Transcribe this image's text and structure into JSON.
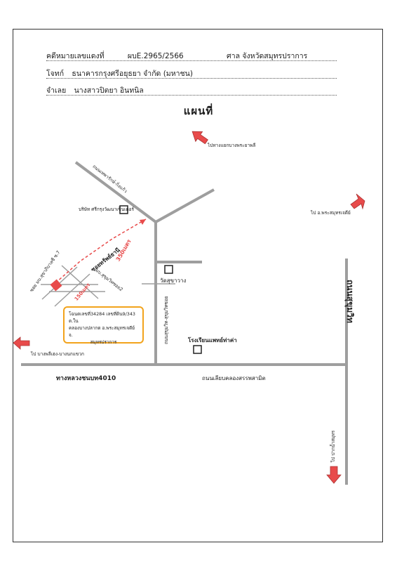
{
  "header": {
    "case_label": "คดีหมายเลขแดงที่",
    "case_number": "ผบE.2965/2566",
    "court": "ศาล  จังหวัดสมุทรปราการ",
    "plaintiff_label": "โจทก์",
    "plaintiff": "ธนาคารกรุงศรีอยุธยา  จำกัด (มหาชน)",
    "defendant_label": "จำเลย",
    "defendant": "นางสาวปิตยา  อินทนิล"
  },
  "map_title": "แผนที่",
  "labels": {
    "to_bangbo": "ไปทางแยกบางพระยาพลี",
    "to_amphoe_phrasamut": "ไป อ.พระสมุทรเจดีย์",
    "to_bangphli": "ไป บางพลีเฮง-บางนกแขวก",
    "to_pak_nam": "ไป ปากน้ำสมุทร",
    "thepharak_road": "ถนนเทพารักษ์-กิ่งแก้ว",
    "company": "บริษัท ศรีกรุงวัฒนาเซ็นเตอร์",
    "soi_thanwa": "ซอยทรัพย์ธานี",
    "soi_sukhumvit": "ซอย มบ.สุขาภิบาลซี ซ.7",
    "moo_ban": "มบ.สุขุมวิทซอย2",
    "wat": "วัดสุขาวาง",
    "suk_road_v": "ถนนสุขุมวิท-สุขุมวิทซอย",
    "hospital": "โรงเรียนแพทย์ท่าค่า",
    "main_road_vertical": "ถนนสุขุมวิท",
    "highway": "ทางหลวงชนบท4010",
    "canal_road": "ถนนเลียบคลองสรรพสามิต",
    "dist_350": "350เมตร",
    "dist_150": "150เมตร"
  },
  "note": {
    "line1": "โฉนดเลขที่34284 เลขที่ดิน9/343 ต.ใน",
    "line2": "คลองบางปลากด อ.พระสมุทรเจดีย์ จ.",
    "line3": "สมุทรปราการ"
  },
  "colors": {
    "arrow": "#e84b4b",
    "road": "#9e9e9e",
    "note_border": "#f2a31c",
    "dashed_route": "#e84b4b"
  },
  "icons": [
    "arrow-up-left-icon",
    "arrow-up-right-icon",
    "arrow-left-icon",
    "arrow-down-icon",
    "building-icon",
    "target-location-icon"
  ]
}
